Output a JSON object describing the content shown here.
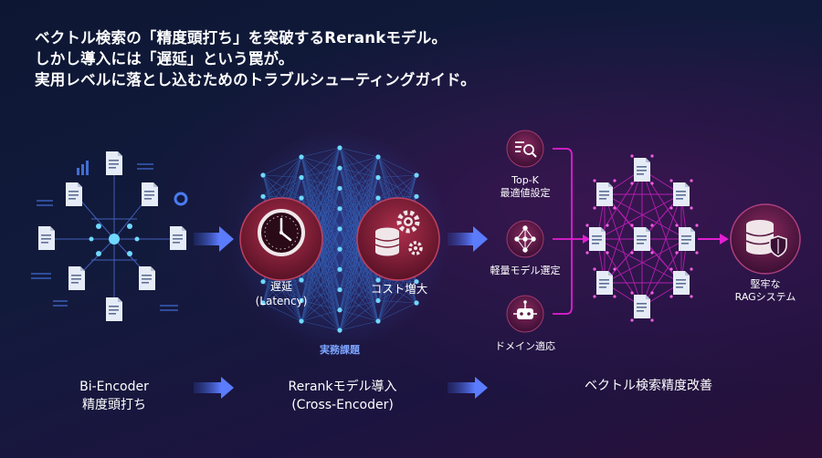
{
  "headline": {
    "line1": "ベクトル検索の「精度頭打ち」を突破するRerankモデル。",
    "line2": "しかし導入には「遅延」という罠が。",
    "line3": "実用レベルに落とし込むためのトラブルシューティングガイド。"
  },
  "stage1": {
    "line1": "Bi-Encoder",
    "line2": "精度頭打ち"
  },
  "stage2": {
    "line1": "Rerankモデル導入",
    "line2": "(Cross-Encoder)",
    "latency_line1": "遅延",
    "latency_line2": "(Latency)",
    "cost_label": "コスト増大",
    "issue_label": "実務課題"
  },
  "stage3": {
    "label": "ベクトル検索精度改善",
    "topk_line1": "Top-K",
    "topk_line2": "最適値設定",
    "lightweight": "軽量モデル選定",
    "domain": "ドメイン適応",
    "result_line1": "堅牢な",
    "result_line2": "RAGシステム"
  },
  "colors": {
    "accent_blue": "#4a6cf7",
    "accent_magenta": "#e020d0",
    "node_cyan": "#6fd8ff",
    "circle_red": "#8e1f3a"
  }
}
